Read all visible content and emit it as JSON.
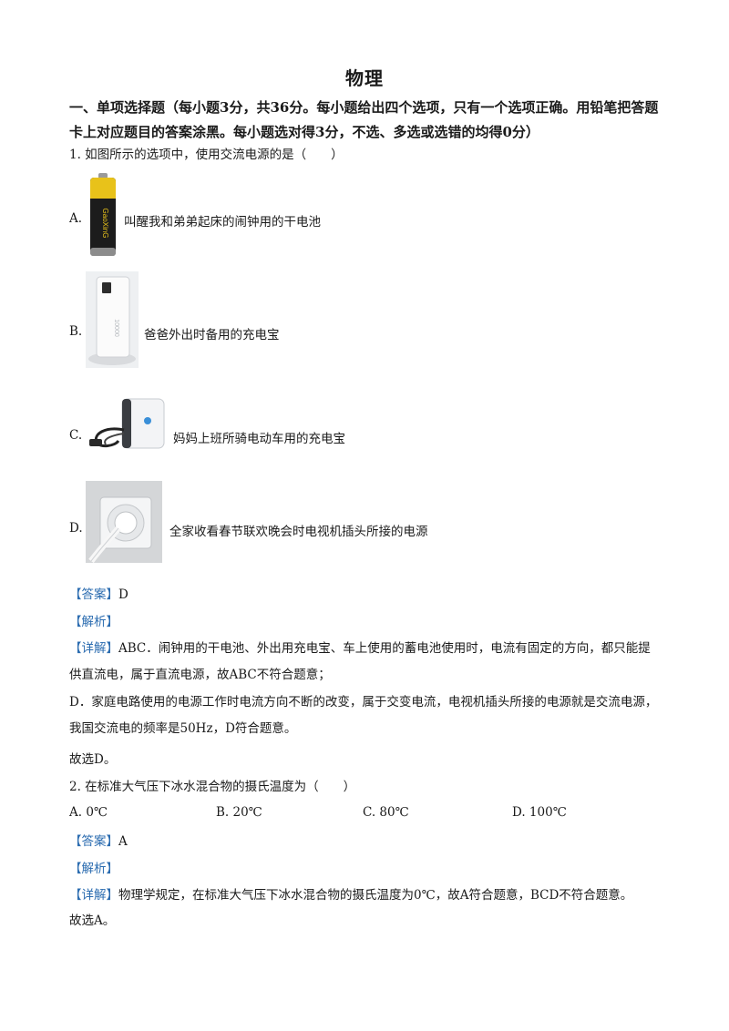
{
  "title": "物理",
  "section_heading": "一、单项选择题（每小题3分，共36分。每小题给出四个选项，只有一个选项正确。用铅笔把答题卡上对应题目的答案涂黑。每小题选对得3分，不选、多选或选错的均得0分）",
  "q1": {
    "stem": "1. 如图所示的选项中，使用交流电源的是（　　）",
    "options": [
      {
        "letter": "A.",
        "text": "叫醒我和弟弟起床的闹钟用的干电池"
      },
      {
        "letter": "B.",
        "text": "爸爸外出时备用的充电宝"
      },
      {
        "letter": "C.",
        "text": "妈妈上班所骑电动车用的充电宝"
      },
      {
        "letter": "D.",
        "text": "全家收看春节联欢晚会时电视机插头所接的电源"
      }
    ],
    "battery_label": "GaoXinG",
    "powerbank_label": "10000",
    "answer_tag": "【答案】",
    "answer": "D",
    "analysis_tag": "【解析】",
    "detail_tag": "【详解】",
    "detail_1": "ABC．闹钟用的干电池、外出用充电宝、车上使用的蓄电池使用时，电流有固定的方向，都只能提供直流电，属于直流电源，故ABC不符合题意；",
    "detail_2": "D．家庭电路使用的电源工作时电流方向不断的改变，属于交变电流，电视机插头所接的电源就是交流电源，我国交流电的频率是50Hz，D符合题意。",
    "conclusion": "故选D。"
  },
  "q2": {
    "stem": "2. 在标准大气压下冰水混合物的摄氏温度为（　　）",
    "choices": [
      "A. 0℃",
      "B. 20℃",
      "C. 80℃",
      "D. 100℃"
    ],
    "answer_tag": "【答案】",
    "answer": "A",
    "analysis_tag": "【解析】",
    "detail_tag": "【详解】",
    "detail": "物理学规定，在标准大气压下冰水混合物的摄氏温度为0℃，故A符合题意，BCD不符合题意。",
    "conclusion": "故选A。"
  },
  "colors": {
    "tag": "#2b6cb0",
    "text": "#1a1a1a"
  }
}
